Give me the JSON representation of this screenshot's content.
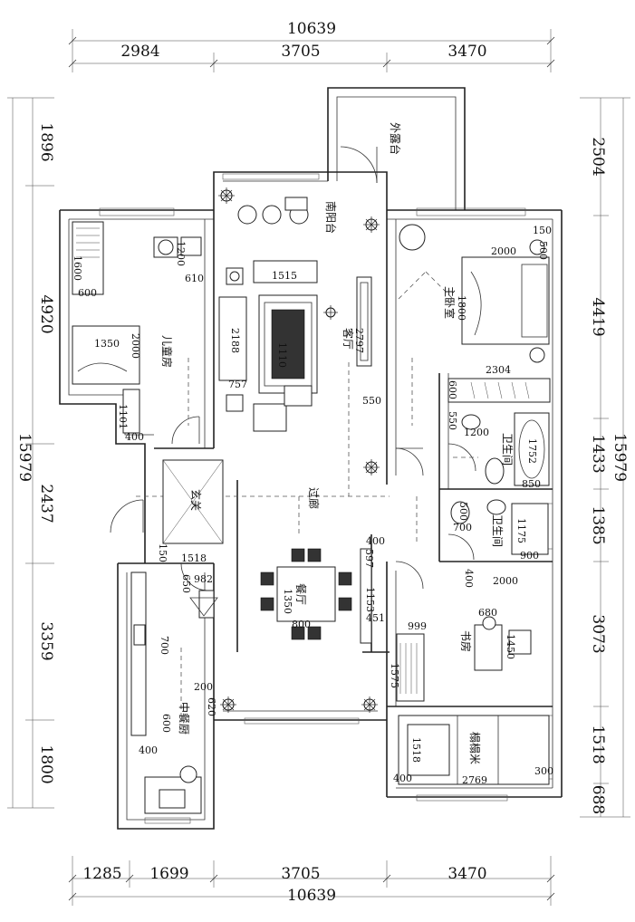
{
  "dimensions": {
    "top_total": "10639",
    "top_1": "2984",
    "top_2": "3705",
    "top_3": "3470",
    "bottom_1": "1285",
    "bottom_2": "1699",
    "bottom_3": "3705",
    "bottom_4": "3470",
    "bottom_total": "10639",
    "left_1": "1896",
    "left_2": "4920",
    "left_3": "2437",
    "left_4": "3359",
    "left_5": "1800",
    "left_total": "15979",
    "right_1": "2504",
    "right_2": "4419",
    "right_3": "1433",
    "right_4": "1385",
    "right_5": "3073",
    "right_6": "1518",
    "right_7": "688",
    "right_total": "15979"
  },
  "rooms": {
    "outdoor_balcony": "外露台",
    "south_balcony": "南阳台",
    "living_room": "客厅",
    "master_bedroom": "主卧室",
    "children_room": "儿童房",
    "entrance": "玄关",
    "corridor": "过廊",
    "dining_room": "餐厅",
    "bathroom_1": "卫生间",
    "bathroom_2": "卫生间",
    "study": "书房",
    "kitchen": "中餐厨",
    "tatami": "榻榻米"
  },
  "inner_dims": {
    "d150": "150",
    "d500": "500",
    "d2000_bed": "2000",
    "d1800_bed": "1800",
    "d1200_child": "1200",
    "d610": "610",
    "d1600": "1600",
    "d600_child": "600",
    "d1350_child": "1350",
    "d2000_child": "2000",
    "d1101": "1101",
    "d400_child": "400",
    "d1515": "1515",
    "d2188": "2188",
    "d1110": "1110",
    "d757": "757",
    "d2797": "2797",
    "d550_lr": "550",
    "d2304": "2304",
    "d600_wr": "600",
    "d550_wr": "550",
    "d1200_bath": "1200",
    "d1752": "1752",
    "d850": "850",
    "d500_bath2": "500",
    "d700_bath2": "700",
    "d1175": "1175",
    "d900": "900",
    "d150_ent": "150",
    "d1518_ent": "1518",
    "d400_dining": "400",
    "d597": "597",
    "d1153": "1153",
    "d451": "451",
    "d650": "650",
    "d982": "982",
    "d1350_dining": "1350",
    "d800": "800",
    "d700_kit": "700",
    "d400_study": "400",
    "d2000_study": "2000",
    "d680": "680",
    "d999": "999",
    "d1450": "1450",
    "d1575": "1575",
    "d200": "200",
    "d620": "620",
    "d600_kit": "600",
    "d400_kit": "400",
    "d1518_tat": "1518",
    "d400_tat": "400",
    "d2769": "2769",
    "d300": "300"
  }
}
